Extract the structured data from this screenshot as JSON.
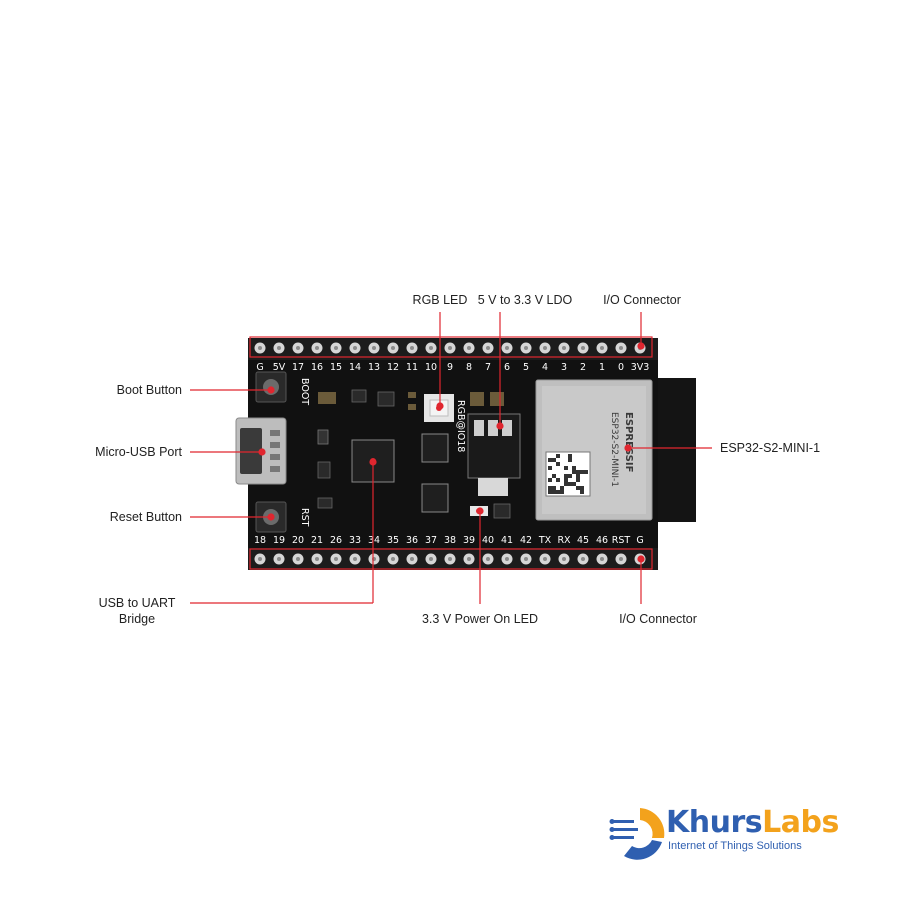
{
  "callouts": {
    "rgb_led": "RGB LED",
    "ldo": "5 V to 3.3 V LDO",
    "io_connector_top": "I/O Connector",
    "boot_button": "Boot Button",
    "micro_usb": "Micro-USB Port",
    "esp32_module": "ESP32-S2-MINI-1",
    "reset_button": "Reset Button",
    "usb_uart_line1": "USB to UART",
    "usb_uart_line2": "Bridge",
    "power_led": "3.3 V Power On LED",
    "io_connector_bottom": "I/O Connector"
  },
  "board": {
    "top_pins": [
      "G",
      "5V",
      "17",
      "16",
      "15",
      "14",
      "13",
      "12",
      "11",
      "10",
      "9",
      "8",
      "7",
      "6",
      "5",
      "4",
      "3",
      "2",
      "1",
      "0",
      "3V3"
    ],
    "bottom_pins": [
      "18",
      "19",
      "20",
      "21",
      "26",
      "33",
      "34",
      "35",
      "36",
      "37",
      "38",
      "39",
      "40",
      "41",
      "42",
      "TX",
      "RX",
      "45",
      "46",
      "RST",
      "G"
    ],
    "boot_label": "BOOT",
    "rst_label": "RST",
    "rgb_silk": "RGB@IO18",
    "module_brand": "ESPRESSIF",
    "module_name": "ESP32-S2-MINI-1"
  },
  "colors": {
    "board": "#111111",
    "header": "#1a1a1a",
    "pin": "#d6d6d6",
    "callout_line": "#e0262f",
    "logo_blue": "#2f5fb0",
    "logo_orange": "#f3a21c"
  },
  "logo": {
    "name_part1": "Khurs",
    "name_part2": "Labs",
    "tagline": "Internet of Things Solutions"
  }
}
